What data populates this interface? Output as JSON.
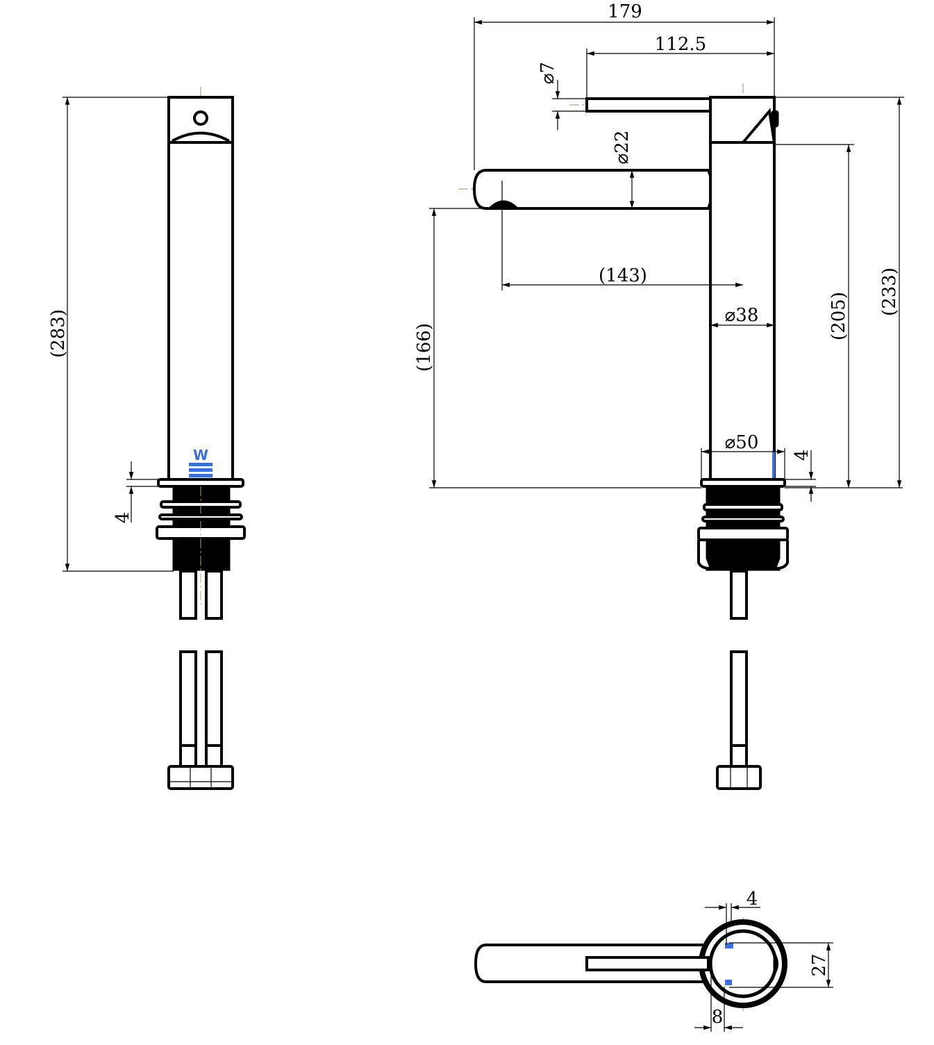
{
  "drawing": {
    "title": "Tall basin mixer dimension drawing",
    "logo_text": "W",
    "dimensions": {
      "side_total_height": "(283)",
      "side_flange": "4",
      "overall_width": "179",
      "lever_reach": "112.5",
      "lever_dia": "⌀7",
      "spout_dia": "⌀22",
      "spout_reach": "(143)",
      "body_dia": "⌀38",
      "base_dia": "⌀50",
      "front_flange": "4",
      "spout_height": "(166)",
      "body_height": "(205)",
      "overall_height": "(233)",
      "plan_wall": "4",
      "plan_hose_spacing": "27",
      "plan_offset": "8"
    },
    "colors": {
      "line": "#000000",
      "center_line": "#b08060",
      "marking": "#3b6fe0"
    }
  }
}
